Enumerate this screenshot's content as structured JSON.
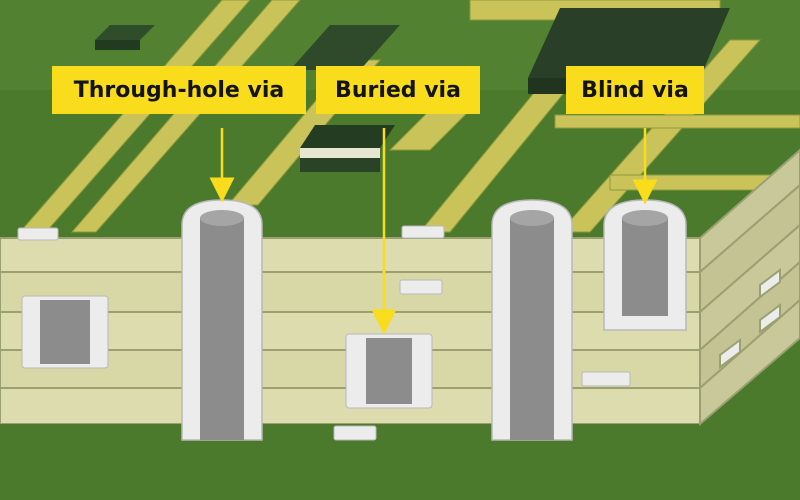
{
  "labels": {
    "through_hole": "Through-hole via",
    "buried": "Buried via",
    "blind": "Blind via"
  },
  "colors": {
    "board_green": "#4b7a2c",
    "trace_yellow": "#c9c35a",
    "laminate": "#dcdcae",
    "copper_plating": "#ececec",
    "via_fill": "#8c8c8c",
    "label_bg": "#f9dc1c",
    "arrow": "#f9dc1c"
  }
}
